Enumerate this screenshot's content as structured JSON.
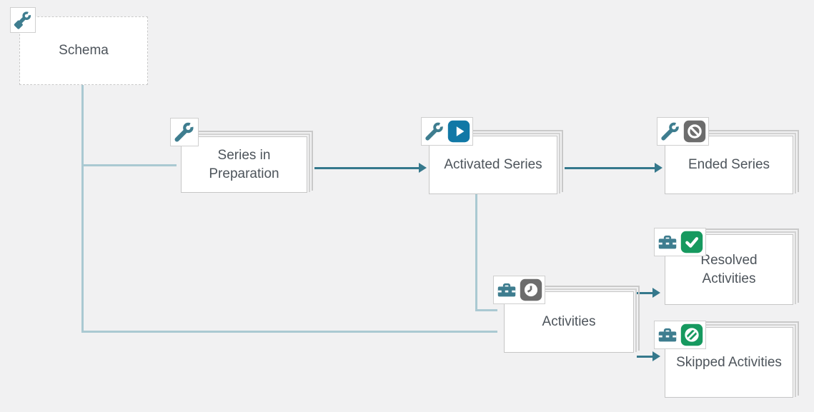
{
  "diagram": {
    "background": "#f1f1f2",
    "nodes": [
      {
        "id": "schema",
        "label": "Schema",
        "icons": [
          "tools-icon"
        ]
      },
      {
        "id": "series-in-preparation",
        "label": "Series in Preparation",
        "icons": [
          "wrench-icon"
        ]
      },
      {
        "id": "activated-series",
        "label": "Activated Series",
        "icons": [
          "wrench-icon",
          "play-icon"
        ]
      },
      {
        "id": "ended-series",
        "label": "Ended Series",
        "icons": [
          "wrench-icon",
          "ban-icon"
        ]
      },
      {
        "id": "activities",
        "label": "Activities",
        "icons": [
          "toolbox-icon",
          "clock-icon"
        ]
      },
      {
        "id": "resolved-activities",
        "label": "Resolved Activities",
        "icons": [
          "toolbox-icon",
          "check-icon"
        ]
      },
      {
        "id": "skipped-activities",
        "label": "Skipped Activities",
        "icons": [
          "toolbox-icon",
          "skip-icon"
        ]
      }
    ],
    "edges": [
      {
        "from": "schema",
        "to": "series-in-preparation",
        "style": "plain-light"
      },
      {
        "from": "schema",
        "to": "activities",
        "style": "plain-light"
      },
      {
        "from": "activated-series",
        "to": "activities",
        "style": "plain-light"
      },
      {
        "from": "series-in-preparation",
        "to": "activated-series",
        "style": "arrow-dark"
      },
      {
        "from": "activated-series",
        "to": "ended-series",
        "style": "arrow-dark"
      },
      {
        "from": "activities",
        "to": "resolved-activities",
        "style": "arrow-dark"
      },
      {
        "from": "activities",
        "to": "skipped-activities",
        "style": "arrow-dark"
      }
    ],
    "colors": {
      "teal_icon": "#3e7d8f",
      "arrow": "#35788c",
      "light_connector": "#aac9d2",
      "node_border": "#c6c6c6",
      "node_background": "#ffffff",
      "label_text": "#4d545b",
      "play_badge": "#1178a6",
      "ban_badge": "#6d6d6d",
      "clock_badge": "#6d6d6d",
      "check_badge": "#16995f",
      "skip_badge": "#16995f"
    }
  }
}
